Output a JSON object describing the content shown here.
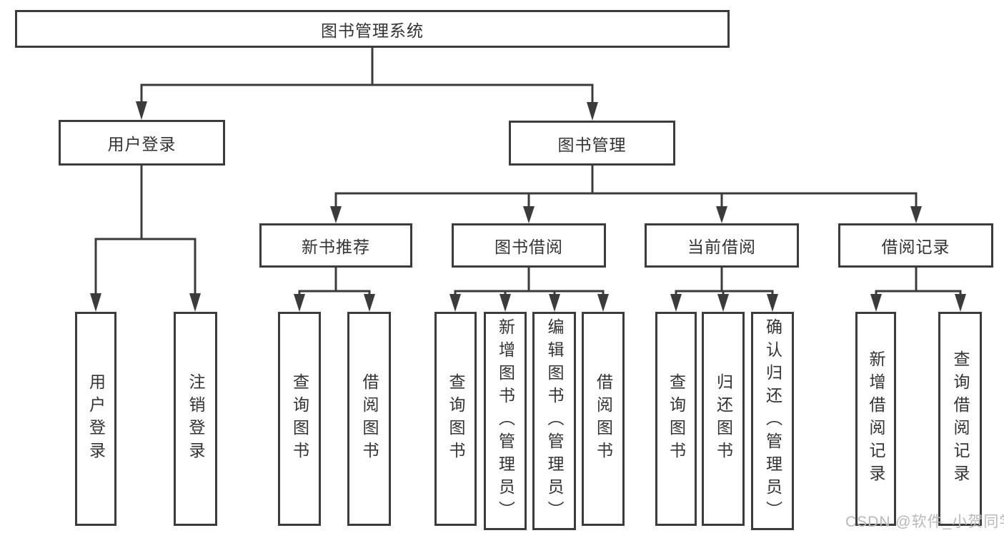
{
  "diagram": {
    "title": "图书管理系统",
    "root": {
      "label": "图书管理系统"
    },
    "level2": [
      {
        "label": "用户登录",
        "children": [
          {
            "label": "用户登录"
          },
          {
            "label": "注销登录"
          }
        ]
      },
      {
        "label": "图书管理",
        "children": [
          {
            "label": "新书推荐",
            "children": [
              {
                "label": "查询图书"
              },
              {
                "label": "借阅图书"
              }
            ]
          },
          {
            "label": "图书借阅",
            "children": [
              {
                "label": "查询图书"
              },
              {
                "label": "新增图书（管理员）"
              },
              {
                "label": "编辑图书（管理员）"
              },
              {
                "label": "借阅图书"
              }
            ]
          },
          {
            "label": "当前借阅",
            "children": [
              {
                "label": "查询图书"
              },
              {
                "label": "归还图书"
              },
              {
                "label": "确认归还（管理员）"
              }
            ]
          },
          {
            "label": "借阅记录",
            "children": [
              {
                "label": "新增借阅记录"
              },
              {
                "label": "查询借阅记录"
              }
            ]
          }
        ]
      }
    ]
  },
  "watermark": {
    "text": "CSDN @软件_小贺同学"
  },
  "colors": {
    "line": "#3b3b3b",
    "box_border": "#3b3b3b",
    "text": "#333333",
    "watermark": "#b9b9b9",
    "background": "#ffffff"
  }
}
